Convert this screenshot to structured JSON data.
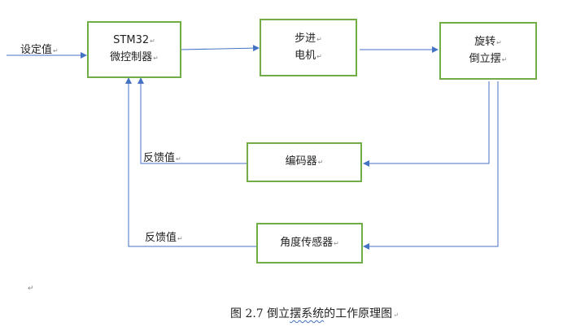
{
  "diagram": {
    "blocks": {
      "controller": {
        "line1": "STM32",
        "line2": "微控制器"
      },
      "motor": {
        "line1": "步进",
        "line2": "电机"
      },
      "pendulum": {
        "line1": "旋转",
        "line2": "倒立摆"
      },
      "encoder": {
        "line1": "编码器"
      },
      "angle_sensor": {
        "line1": "角度传感器"
      }
    },
    "labels": {
      "setpoint": "设定值",
      "feedback_encoder": "反馈值",
      "feedback_angle": "反馈值"
    },
    "paragraph_mark": "↵",
    "colors": {
      "block_border": "#70ad47",
      "arrow": "#4472c4",
      "arrow_light": "#8eaadb"
    }
  },
  "caption": {
    "prefix": "图 2.7 倒立",
    "squiggle": "摆系统",
    "suffix": "的工作原理图"
  }
}
